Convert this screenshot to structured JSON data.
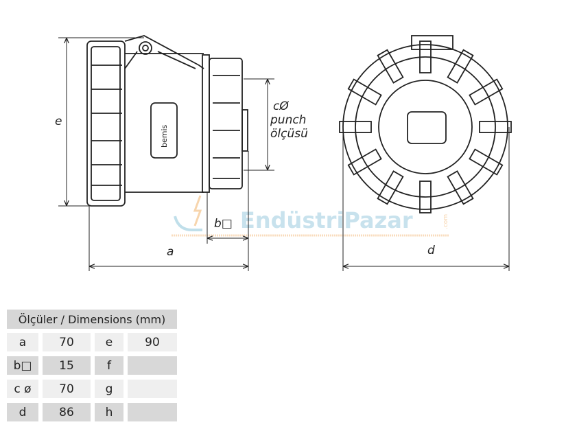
{
  "watermark": {
    "text": "EndüstriPazar",
    "suffix": ".com"
  },
  "drawing": {
    "labels": {
      "a": "a",
      "b": "b□",
      "c_line1": "cØ",
      "c_line2": "punch",
      "c_line3": "ölçüsü",
      "d": "d",
      "e": "e"
    },
    "brand": "bemis"
  },
  "table": {
    "title": "Ölçüler / Dimensions (mm)",
    "rows": [
      {
        "k1": "a",
        "v1": "70",
        "k2": "e",
        "v2": "90"
      },
      {
        "k1": "b□",
        "v1": "15",
        "k2": "f",
        "v2": ""
      },
      {
        "k1": "c ø",
        "v1": "70",
        "k2": "g",
        "v2": ""
      },
      {
        "k1": "d",
        "v1": "86",
        "k2": "h",
        "v2": ""
      }
    ]
  }
}
